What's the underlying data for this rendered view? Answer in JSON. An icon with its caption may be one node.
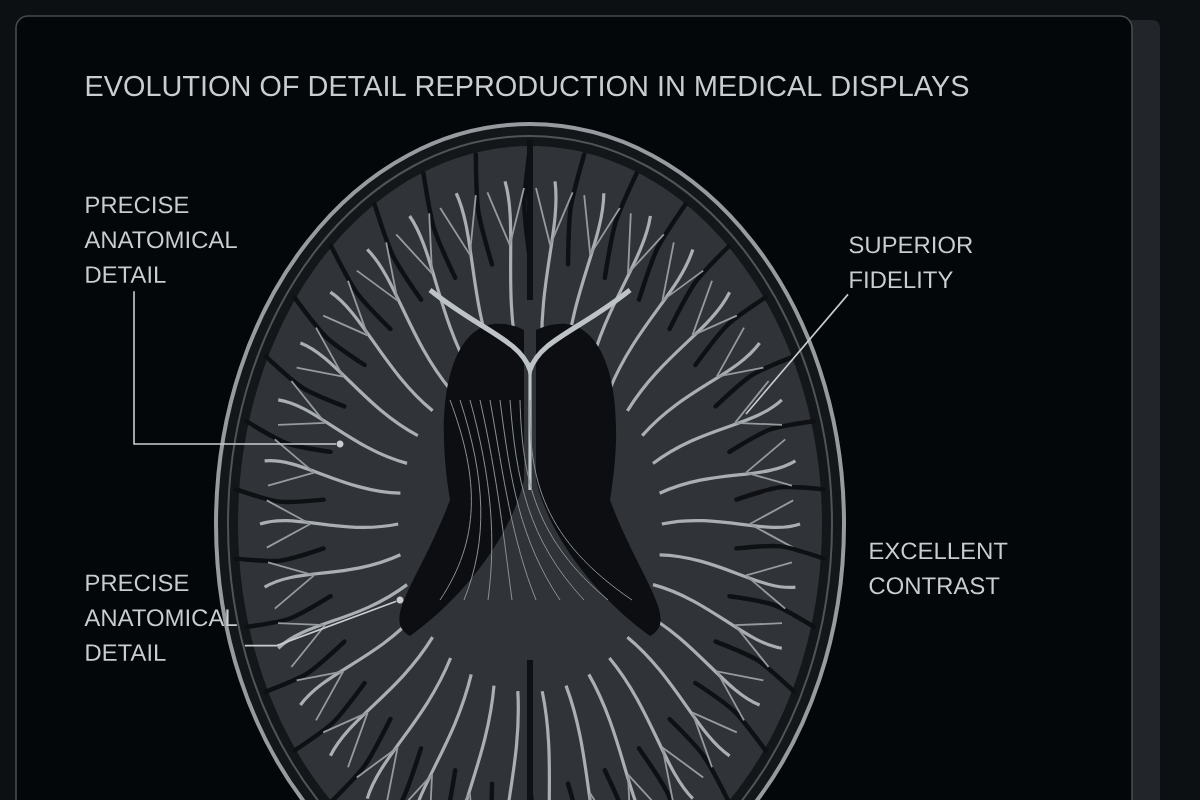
{
  "diagram": {
    "title": "EVOLUTION OF DETAIL REPRODUCTION IN MEDICAL DISPLAYS",
    "nodes": [
      {
        "text": [
          "PRECISE ANATOMICAL DETAIL"
        ]
      },
      {
        "text": [],
        "shape": "circle"
      },
      {
        "text": [
          "PRECISE ANATOMICAL DETAIL"
        ]
      },
      {
        "text": [],
        "shape": "circle"
      },
      {
        "text": [
          "SUPERIOR FIDELITY"
        ]
      }
    ],
    "edges": [
      {
        "from": 0,
        "to": 1,
        "arrow": "none"
      },
      {
        "from": 2,
        "to": 3,
        "arrow": "none"
      },
      {
        "from": 4,
        "to": null,
        "arrow": "none"
      }
    ],
    "labels": [
      "EXCELLENT CONTRAST"
    ]
  }
}
